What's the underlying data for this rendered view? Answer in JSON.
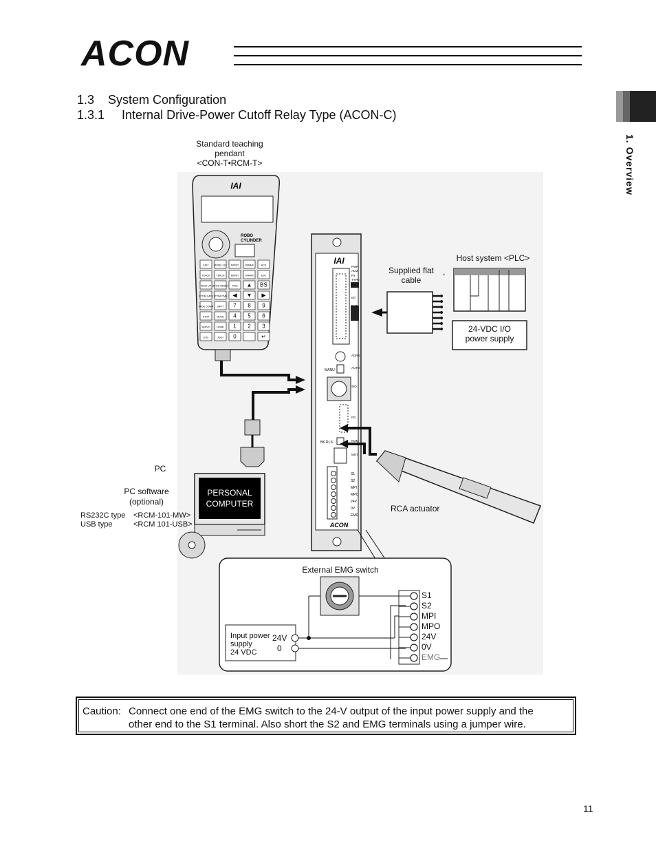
{
  "header": {
    "logo_text": "ACON",
    "section": "1.3    System Configuration",
    "subsection": "1.3.1     Internal Drive-Power Cutoff Relay Type (ACON-C)",
    "side_tab": "1. Overview"
  },
  "diagram": {
    "pendant_label": [
      "Standard teaching",
      "pendant",
      "<CON-T•RCM-T>"
    ],
    "pendant_brand": "IAI",
    "pendant_maker_lines": [
      "ROBO",
      "CYLINDER"
    ],
    "pendant_keys": [
      [
        "EDIT",
        "MODE LIST",
        "MONIT",
        "PARAM",
        "ACU"
      ],
      [
        "TEACH",
        "TEACH",
        "MONIT",
        "PARAM",
        "ESC"
      ],
      [
        "PAGE UP",
        "DEG'D RESET",
        "TRIG",
        "▲",
        "BS"
      ],
      [
        "STTIM GATE",
        "STTIM ITME",
        "◀",
        "▼",
        "▶"
      ],
      [
        "PAGE DOWN",
        "SHIFT",
        "7",
        "8",
        "9"
      ],
      [
        "STOP",
        "MOVE",
        "4",
        "5",
        "6"
      ],
      [
        "SERVO",
        "HOME",
        "1",
        "2",
        "3"
      ],
      [
        "JOG-",
        "JOG+",
        "0",
        "",
        "↵"
      ]
    ],
    "controller_brand": "IAI",
    "controller_logo": "ACON",
    "controller_ports": [
      "I/O",
      "MANU",
      "AUTO",
      "SIO",
      "PG",
      "BK RLS",
      "NOM",
      "MOT"
    ],
    "controller_right_labels": [
      "PWR",
      "ALM",
      "RY",
      "TYPE",
      "INT",
      "EXT",
      "I/O",
      "ADRS",
      "AUTO",
      "SIO",
      "PG",
      "NOM",
      "MOT"
    ],
    "controller_terminals": [
      "S1",
      "S2",
      "MPI",
      "MPO",
      "24V",
      "0V",
      "EMG"
    ],
    "pc_label": "PC",
    "pc_screen": [
      "PERSONAL",
      "COMPUTER"
    ],
    "pc_software": [
      "PC software",
      "(optional)"
    ],
    "pc_types": [
      {
        "type": "RS232C type",
        "model": "<RCM-101-MW>"
      },
      {
        "type": "USB type",
        "model": "<RCM 101-USB>"
      }
    ],
    "flat_cable_label": [
      "Supplied flat",
      "cable"
    ],
    "comma": ",",
    "host_label": "Host system <PLC>",
    "io_supply_label": [
      "24-VDC I/O",
      "power supply"
    ],
    "actuator_label": "RCA actuator",
    "emg_switch_label": "External EMG switch",
    "input_supply_label": [
      "Input power",
      "supply",
      "24 VDC"
    ],
    "input_terminals": [
      "24V",
      "0"
    ],
    "emg_terminals": [
      "S1",
      "S2",
      "MPI",
      "MPO",
      "24V",
      "0V",
      "EMG"
    ]
  },
  "caution": {
    "label": "Caution:",
    "line1": "Connect one end of the EMG switch to the 24-V output of the input power supply and the",
    "line2": "other end to the S1 terminal. Also short the S2 and EMG terminals using a jumper wire."
  },
  "page_number": "11"
}
